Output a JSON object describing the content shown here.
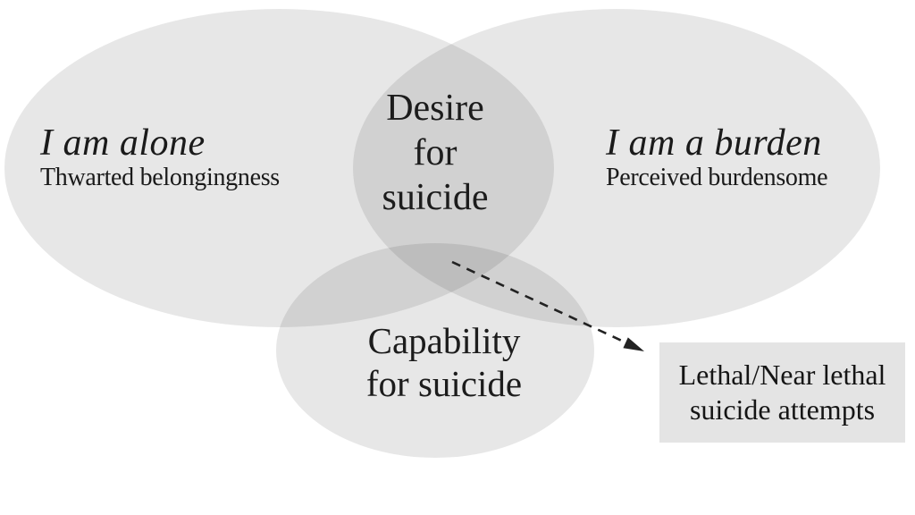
{
  "diagram": {
    "title_semantic": "Interpersonal theory of suicide Venn diagram",
    "left_ellipse": {
      "title": "I am alone",
      "subtitle": "Thwarted belongingness"
    },
    "right_ellipse": {
      "title": "I am a burden",
      "subtitle": "Perceived burdensome"
    },
    "bottom_ellipse": {
      "lines": [
        "Capability",
        "for suicide"
      ]
    },
    "center_overlap": {
      "lines": [
        "Desire",
        "for",
        "suicide"
      ]
    },
    "outcome_box": {
      "lines": [
        "Lethal/Near lethal",
        "suicide attempts"
      ]
    },
    "colors": {
      "background": "#ffffff",
      "single_ellipse_fill": "#e8e8e8",
      "double_overlap_fill": "#d3d3d3",
      "triple_overlap_fill": "#c0c0c0",
      "outcome_box_bg": "#e4e4e4",
      "arrow": "#222222",
      "text": "#1a1a1a"
    }
  }
}
